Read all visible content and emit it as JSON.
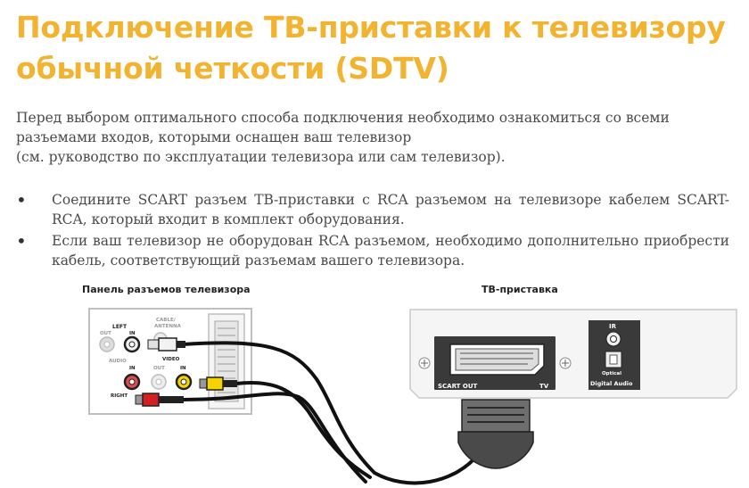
{
  "title": "Подключение ТВ-приставки к телевизору обычной четкости (SDTV)",
  "intro": [
    "Перед выбором оптимального способа подключения необходимо ознакомиться со всеми",
    "разъемами входов, которыми оснащен ваш телевизор",
    "(см. руководство по эксплуатации телевизора или сам телевизор)."
  ],
  "bullets": [
    "Соедините SCART разъем ТВ-приставки с RCA разъемом на телевизоре кабелем SCART-RCA, который входит в комплект оборудования.",
    "Если ваш телевизор не оборудован RCA разъемом, необходимо дополнительно приобрести кабель, соответствующий разъемам вашего телевизора."
  ],
  "bullet_symbol": "•",
  "tv_panel": {
    "caption": "Панель разъемов телевизора",
    "labels": {
      "left": "LEFT",
      "out_top": "OUT",
      "in_top": "IN",
      "audio": "AUDIO",
      "cable": "CABLE/",
      "antenna": "ANTENNA",
      "video": "VIDEO",
      "in_mid": "IN",
      "out_mid": "OUT",
      "in_right": "IN",
      "right": "RIGHT"
    }
  },
  "stb": {
    "caption": "ТВ-приставка",
    "scart_out": "SCART OUT",
    "tv": "TV",
    "ir": "IR",
    "optical": "Optical",
    "digital_audio": "Digital Audio"
  },
  "colors": {
    "title": "#f2b330",
    "text": "#4a4a4a",
    "rca_yellow": "#f5d400",
    "rca_red": "#d42020",
    "rca_white": "#e0e0e0",
    "cable": "#111111",
    "panel_border": "#bfbfbf"
  }
}
